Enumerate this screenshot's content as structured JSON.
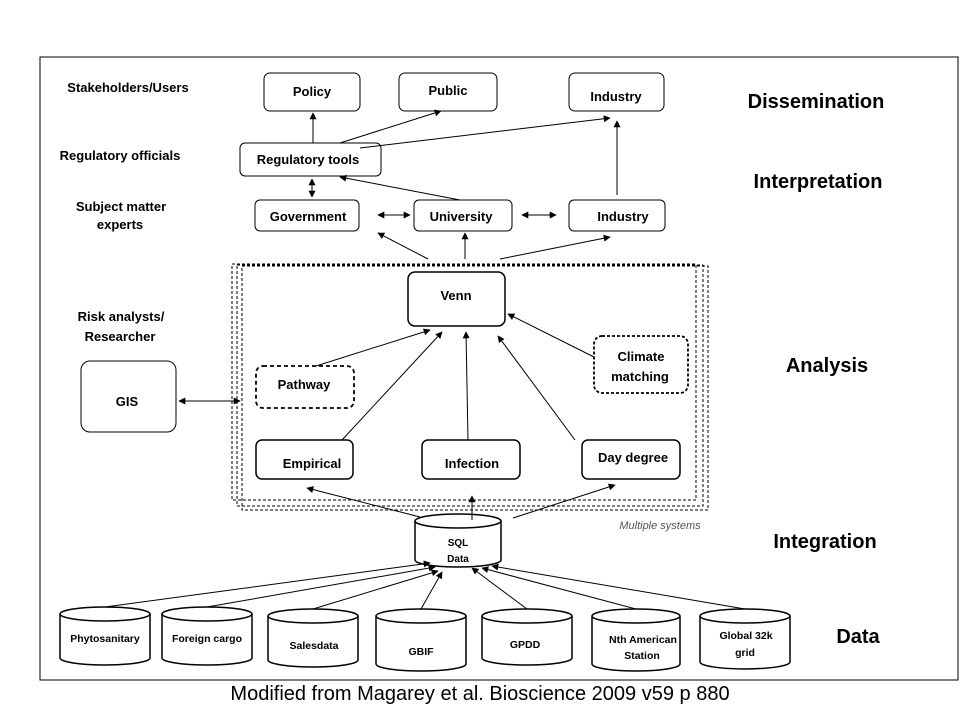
{
  "caption": "Modified from Magarey et al. Bioscience 2009 v59 p 880",
  "tiers": {
    "dissemination": "Dissemination",
    "interpretation": "Interpretation",
    "analysis": "Analysis",
    "integration": "Integration",
    "data": "Data"
  },
  "roles": {
    "stakeholders": "Stakeholders/Users",
    "regulatory_officials": "Regulatory officials",
    "sme_line1": "Subject matter",
    "sme_line2": "experts",
    "risk_line1": "Risk analysts/",
    "risk_line2": "Researcher"
  },
  "dissemination_boxes": {
    "policy": "Policy",
    "public": "Public",
    "industry": "Industry"
  },
  "interpretation_boxes": {
    "regulatory_tools": "Regulatory tools",
    "government": "Government",
    "university": "University",
    "industry": "Industry"
  },
  "analysis_boxes": {
    "venn": "Venn",
    "climate_line1": "Climate",
    "climate_line2": "matching",
    "pathway": "Pathway",
    "empirical": "Empirical",
    "infection": "Infection",
    "day_degree": "Day degree",
    "gis": "GIS",
    "multiple_systems": "Multiple systems"
  },
  "sql": {
    "line1": "SQL",
    "line2": "Data"
  },
  "data_sources": {
    "phytosanitary": "Phytosanitary",
    "foreign_cargo": "Foreign cargo",
    "salesdata": "Salesdata",
    "gbif": "GBIF",
    "gpdd": "GPDD",
    "nth_line1": "Nth American",
    "nth_line2": "Station",
    "global_line1": "Global 32k",
    "global_line2": "grid"
  }
}
